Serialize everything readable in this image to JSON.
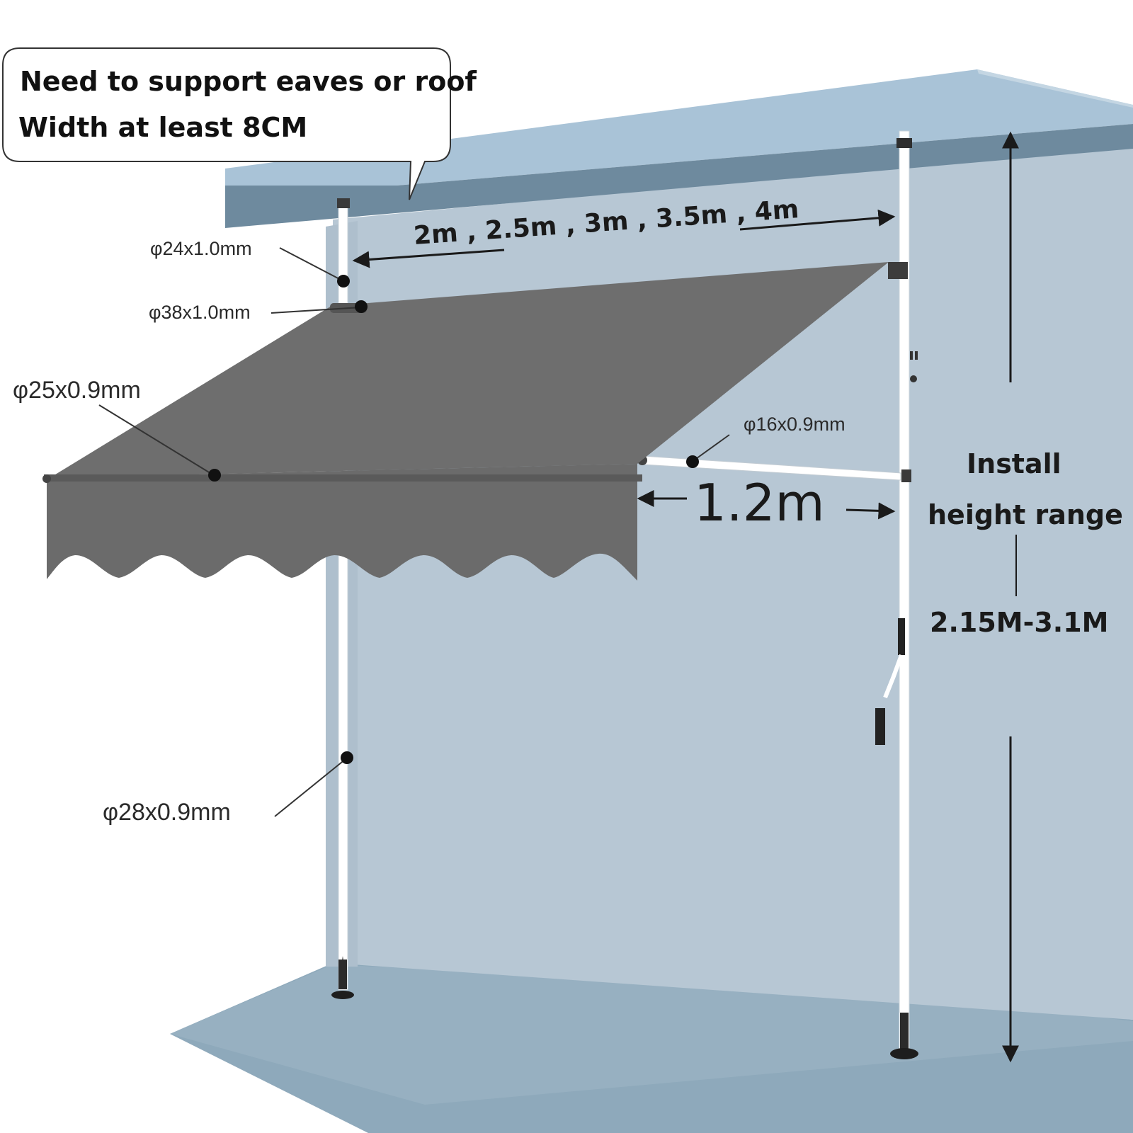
{
  "callout": {
    "line1": "Need to support eaves or roof",
    "line2": "Width at least 8CM"
  },
  "width_options": "2m , 2.5m , 3m , 3.5m , 4m",
  "projection": "1.2m",
  "install_height": {
    "line1": "Install",
    "line2": "height range",
    "range": "2.15M-3.1M"
  },
  "specs": {
    "top_pole": "φ24x1.0mm",
    "roller_tube": "φ38x1.0mm",
    "front_bar": "φ25x0.9mm",
    "support_arm": "φ16x0.9mm",
    "main_pole": "φ28x0.9mm"
  },
  "colors": {
    "wall": "#b6c6d3",
    "eave_top": "#a8c2d6",
    "eave_front": "#6f8a9d",
    "floor": "#8fa9ba",
    "fabric": "#6b6b6b",
    "pole": "#ffffff"
  }
}
